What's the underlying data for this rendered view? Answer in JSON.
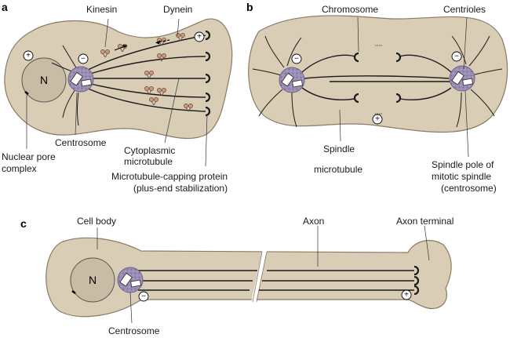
{
  "colors": {
    "cell": "#d9cdb6",
    "nucleus": "#c9bca4",
    "centrosome": "#9b8fb6",
    "motor": "#c79a7a"
  },
  "panels": {
    "a": "a",
    "b": "b",
    "c": "c"
  },
  "signs": {
    "plus": "+",
    "minus": "−"
  },
  "panel_a": {
    "nucleus_label": "N",
    "kinesin": "Kinesin",
    "dynein": "Dynein",
    "nuclear_pore_1": "Nuclear pore",
    "nuclear_pore_2": "complex",
    "centrosome": "Centrosome",
    "cyto_mt_1": "Cytoplasmic",
    "cyto_mt_2": "microtubule",
    "capping_1": "Microtubule-capping protein",
    "capping_2": "(plus-end stabilization)"
  },
  "panel_b": {
    "chromosome": "Chromosome",
    "centrioles": "Centrioles",
    "spindle_mt_1": "Spindle",
    "spindle_mt_2": "microtubule",
    "spindle_pole_1": "Spindle pole of",
    "spindle_pole_2": "mitotic spindle",
    "spindle_pole_3": "(centrosome)"
  },
  "panel_c": {
    "cell_body": "Cell body",
    "nucleus_label": "N",
    "axon": "Axon",
    "axon_terminal": "Axon terminal",
    "centrosome": "Centrosome"
  }
}
